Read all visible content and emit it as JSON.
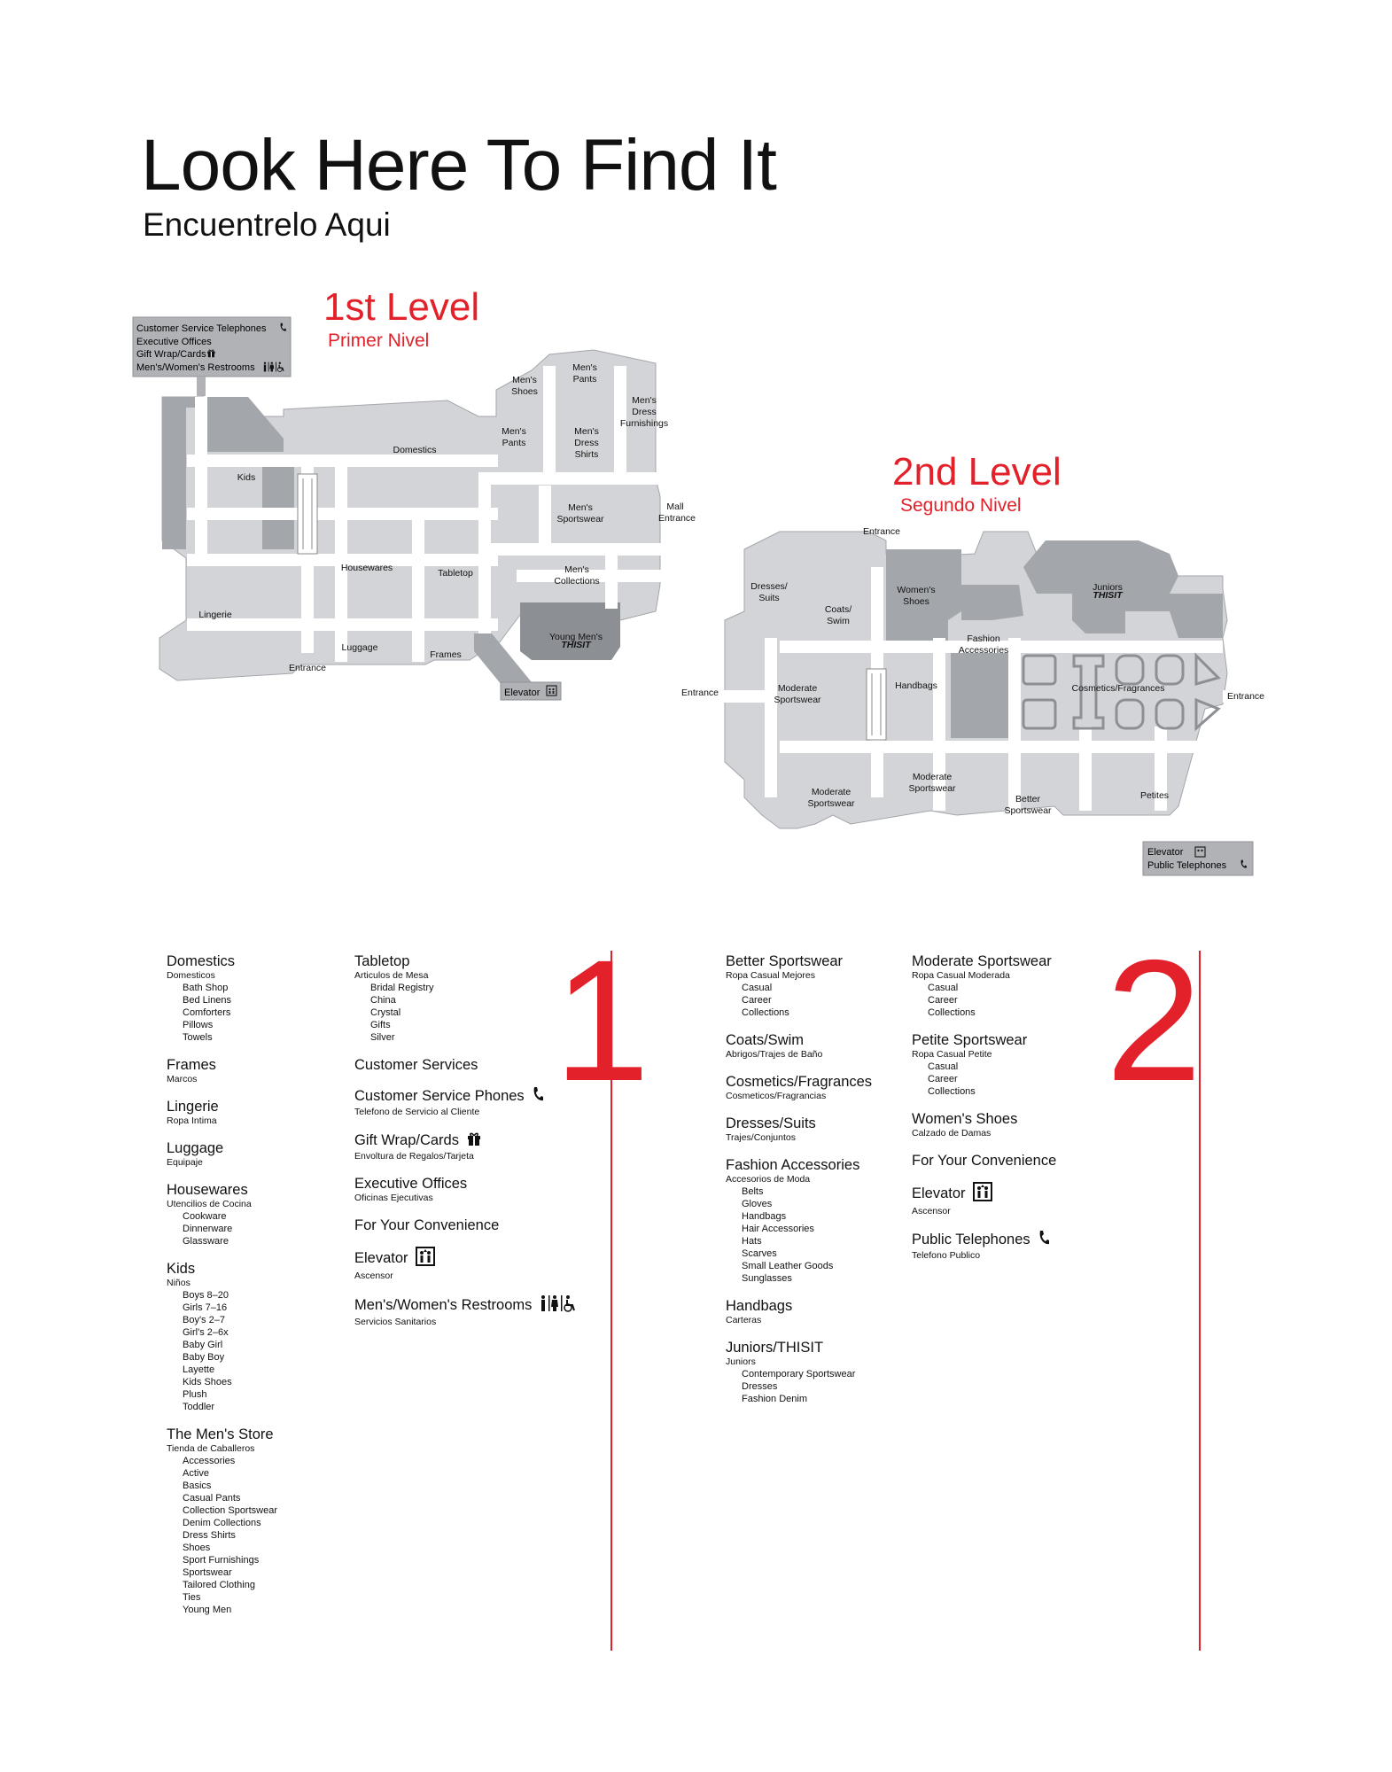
{
  "header": {
    "title": "Look Here To Find It",
    "subtitle": "Encuentrelo Aqui"
  },
  "colors": {
    "accent": "#e3212a",
    "store_light": "#d3d4d7",
    "store_dark": "#a3a6ab",
    "border": "#9ea1a6"
  },
  "level1": {
    "title": "1st Level",
    "subtitle": "Primer Nivel",
    "services_box": [
      {
        "text": "Customer Service Telephones",
        "icon": "telephone-icon"
      },
      {
        "text": "Executive Offices",
        "icon": ""
      },
      {
        "text": "Gift Wrap/Cards",
        "icon": "gift-icon"
      },
      {
        "text": "Men's/Women's Restrooms",
        "icon": "restroom-icon"
      }
    ],
    "labels": {
      "mens_shoes": [
        "Men's",
        "Shoes"
      ],
      "mens_pants_top": [
        "Men's",
        "Pants"
      ],
      "mens_dress_furnishings": [
        "Men's",
        "Dress",
        "Furnishings"
      ],
      "mens_pants": [
        "Men's",
        "Pants"
      ],
      "mens_dress_shirts": [
        "Men's",
        "Dress",
        "Shirts"
      ],
      "domestics": "Domestics",
      "kids": "Kids",
      "mens_sportswear": [
        "Men's",
        "Sportswear"
      ],
      "mall_entrance": [
        "Mall",
        "Entrance"
      ],
      "housewares": "Housewares",
      "tabletop": "Tabletop",
      "mens_collections": [
        "Men's",
        "Collections"
      ],
      "lingerie": "Lingerie",
      "young_mens": "Young Men's",
      "thisit": "THISIT",
      "luggage": "Luggage",
      "frames": "Frames",
      "entrance": "Entrance",
      "elevator": "Elevator"
    }
  },
  "level2": {
    "title": "2nd Level",
    "subtitle": "Segundo Nivel",
    "labels": {
      "entrance_top": "Entrance",
      "dresses_suits": [
        "Dresses/",
        "Suits"
      ],
      "coats_swim": [
        "Coats/",
        "Swim"
      ],
      "womens_shoes": [
        "Women's",
        "Shoes"
      ],
      "juniors": "Juniors",
      "thisit": "THISIT",
      "fashion_accessories": [
        "Fashion",
        "Accessories"
      ],
      "entrance_left": "Entrance",
      "moderate_sportswear_a": [
        "Moderate",
        "Sportswear"
      ],
      "handbags": "Handbags",
      "cosmetics": "Cosmetics/Fragrances",
      "entrance_right": "Entrance",
      "moderate_sportswear_b": [
        "Moderate",
        "Sportswear"
      ],
      "moderate_sportswear_c": [
        "Moderate",
        "Sportswear"
      ],
      "better_sportswear": [
        "Better",
        "Sportswear"
      ],
      "petites": "Petites"
    },
    "services_box": [
      {
        "text": "Elevator",
        "icon": "elevator-icon"
      },
      {
        "text": "Public Telephones",
        "icon": "telephone-icon"
      }
    ]
  },
  "directory_level1": {
    "number": "1",
    "col1": [
      {
        "name": "Domestics",
        "es": "Domesticos",
        "items": [
          "Bath Shop",
          "Bed Linens",
          "Comforters",
          "Pillows",
          "Towels"
        ]
      },
      {
        "name": "Frames",
        "es": "Marcos",
        "items": []
      },
      {
        "name": "Lingerie",
        "es": "Ropa Intima",
        "items": []
      },
      {
        "name": "Luggage",
        "es": "Equipaje",
        "items": []
      },
      {
        "name": "Housewares",
        "es": "Utencilios de Cocina",
        "items": [
          "Cookware",
          "Dinnerware",
          "Glassware"
        ]
      },
      {
        "name": "Kids",
        "es": "Niños",
        "items": [
          "Boys 8–20",
          "Girls 7–16",
          "Boy's 2–7",
          "Girl's 2–6x",
          "Baby Girl",
          "Baby Boy",
          "Layette",
          "Kids Shoes",
          "Plush",
          "Toddler"
        ]
      },
      {
        "name": "The Men's Store",
        "es": "Tienda de Caballeros",
        "items": [
          "Accessories",
          "Active",
          "Basics",
          "Casual Pants",
          "Collection Sportswear",
          "Denim Collections",
          "Dress Shirts",
          "Shoes",
          "Sport Furnishings",
          "Sportswear",
          "Tailored Clothing",
          "Ties",
          "Young Men"
        ]
      }
    ],
    "col2": [
      {
        "name": "Tabletop",
        "es": "Articulos de Mesa",
        "items": [
          "Bridal Registry",
          "China",
          "Crystal",
          "Gifts",
          "Silver"
        ]
      },
      {
        "heading": "Customer Services"
      },
      {
        "name": "Customer Service Phones",
        "es": "Telefono de Servicio al Cliente",
        "items": [],
        "icon": "telephone-icon"
      },
      {
        "name": "Gift Wrap/Cards",
        "es": "Envoltura de Regalos/Tarjeta",
        "items": [],
        "icon": "gift-icon"
      },
      {
        "name": "Executive Offices",
        "es": "Oficinas Ejecutivas",
        "items": []
      },
      {
        "heading": "For Your Convenience"
      },
      {
        "name": "Elevator",
        "es": "Ascensor",
        "items": [],
        "icon": "elevator-icon"
      },
      {
        "name": "Men's/Women's Restrooms",
        "es": "Servicios Sanitarios",
        "items": [],
        "icon": "restroom-icon"
      }
    ]
  },
  "directory_level2": {
    "number": "2",
    "col1": [
      {
        "name": "Better Sportswear",
        "es": "Ropa Casual Mejores",
        "items": [
          "Casual",
          "Career",
          "Collections"
        ]
      },
      {
        "name": "Coats/Swim",
        "es": "Abrigos/Trajes de Baño",
        "items": []
      },
      {
        "name": "Cosmetics/Fragrances",
        "es": "Cosmeticos/Fragrancias",
        "items": []
      },
      {
        "name": "Dresses/Suits",
        "es": "Trajes/Conjuntos",
        "items": []
      },
      {
        "name": "Fashion Accessories",
        "es": "Accesorios de Moda",
        "items": [
          "Belts",
          "Gloves",
          "Handbags",
          "Hair Accessories",
          "Hats",
          "Scarves",
          "Small Leather Goods",
          "Sunglasses"
        ]
      },
      {
        "name": "Handbags",
        "es": "Carteras",
        "items": []
      },
      {
        "name": "Juniors/THISIT",
        "es": "Juniors",
        "items": [
          "Contemporary Sportswear",
          "Dresses",
          "Fashion Denim"
        ]
      }
    ],
    "col2": [
      {
        "name": "Moderate Sportswear",
        "es": "Ropa Casual Moderada",
        "items": [
          "Casual",
          "Career",
          "Collections"
        ]
      },
      {
        "name": "Petite Sportswear",
        "es": "Ropa Casual Petite",
        "items": [
          "Casual",
          "Career",
          "Collections"
        ]
      },
      {
        "name": "Women's Shoes",
        "es": "Calzado de Damas",
        "items": []
      },
      {
        "heading": "For Your Convenience"
      },
      {
        "name": "Elevator",
        "es": "Ascensor",
        "items": [],
        "icon": "elevator-icon"
      },
      {
        "name": "Public Telephones",
        "es": "Telefono Publico",
        "items": [],
        "icon": "telephone-icon"
      }
    ]
  }
}
